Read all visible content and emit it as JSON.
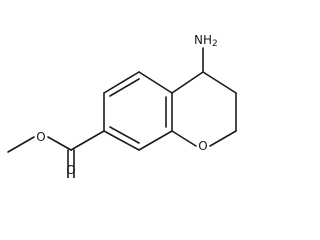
{
  "atoms": {
    "amine": "NH",
    "amine_subscript": "2",
    "ring_oxygen": "O",
    "carbonyl_oxygen": "O",
    "ester_oxygen": "O"
  }
}
